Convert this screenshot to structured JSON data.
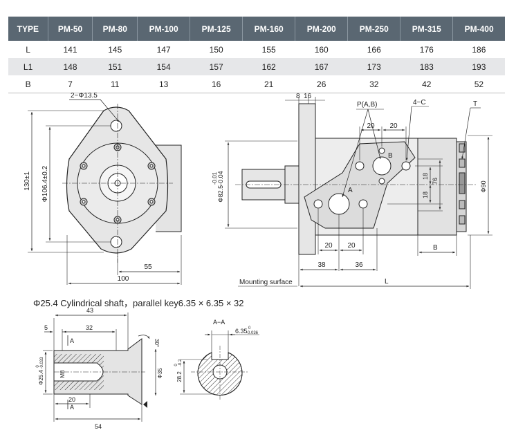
{
  "table": {
    "headers": [
      "TYPE",
      "PM-50",
      "PM-80",
      "PM-100",
      "PM-125",
      "PM-160",
      "PM-200",
      "PM-250",
      "PM-315",
      "PM-400"
    ],
    "rows": [
      {
        "label": "L",
        "values": [
          "141",
          "145",
          "147",
          "150",
          "155",
          "160",
          "166",
          "176",
          "186"
        ]
      },
      {
        "label": "L1",
        "values": [
          "148",
          "151",
          "154",
          "157",
          "162",
          "167",
          "173",
          "183",
          "193"
        ]
      },
      {
        "label": "B",
        "values": [
          "7",
          "11",
          "13",
          "16",
          "21",
          "26",
          "32",
          "42",
          "52"
        ]
      }
    ]
  },
  "front_view": {
    "hole_label": "2−Φ13.5",
    "height_dim": "130±1",
    "pcd_dim": "Φ106.4±0.2",
    "width_55": "55",
    "width_100": "100"
  },
  "side_view": {
    "dim_8": "8",
    "dim_16": "16",
    "port_label": "P(A,B)",
    "thread_label": "4−C",
    "t_label": "T",
    "dim_20a": "20",
    "dim_20b": "20",
    "port_b": "B",
    "port_a": "A",
    "dim_18a": "18",
    "dim_18b": "18",
    "dim_76": "76",
    "dia_90": "Φ90",
    "pilot_dim": "Φ82.5-0.04",
    "pilot_tol": "-0.01",
    "dim_20c": "20",
    "dim_20d": "20",
    "dim_38": "38",
    "dim_36": "36",
    "dim_b": "B",
    "mounting_surface": "Mounting surface",
    "dim_l": "L"
  },
  "caption": "Φ25.4 Cylindrical shaft，parallel key6.35 × 6.35 × 32",
  "shaft_view": {
    "dim_43": "43",
    "dim_5": "5",
    "dim_32": "32",
    "section_a_top": "A",
    "angle": "30°",
    "dia_25_4": "Φ25.4",
    "dia_25_4_tol": "-0.033",
    "dia_25_4_tol0": "0",
    "m8": "M8",
    "dia_35": "Φ35",
    "dim_20": "20",
    "section_a_bottom": "A",
    "dim_54": "54"
  },
  "section_view": {
    "title": "A−A",
    "key_width": "6.35",
    "key_tol": "-0.036",
    "key_tol0": "0",
    "depth": "28.2",
    "depth_tol": "-0.2",
    "depth_tol0": "0"
  }
}
